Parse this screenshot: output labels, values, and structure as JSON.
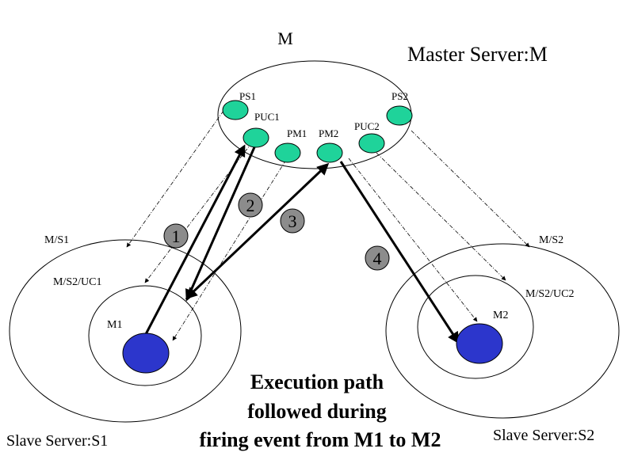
{
  "master": {
    "top_label": "M",
    "title": "Master Server:M",
    "nodes": {
      "ps1": "PS1",
      "puc1": "PUC1",
      "pm1": "PM1",
      "pm2": "PM2",
      "puc2": "PUC2",
      "ps2": "PS2"
    }
  },
  "slave1": {
    "title": "Slave Server:S1",
    "outer_label": "M/S1",
    "inner_label": "M/S2/UC1",
    "node_label": "M1"
  },
  "slave2": {
    "title": "Slave Server:S2",
    "outer_label": "M/S2",
    "inner_label": "M/S2/UC2",
    "node_label": "M2"
  },
  "steps": [
    "1",
    "2",
    "3",
    "4"
  ],
  "caption": {
    "line1": "Execution path",
    "line2": "followed during",
    "line3": "firing event from M1 to M2"
  },
  "colors": {
    "node_green": "#1fd39a",
    "node_blue": "#2c36cc",
    "step_gray": "#8c8c8c",
    "caption_red": "#e01010"
  }
}
